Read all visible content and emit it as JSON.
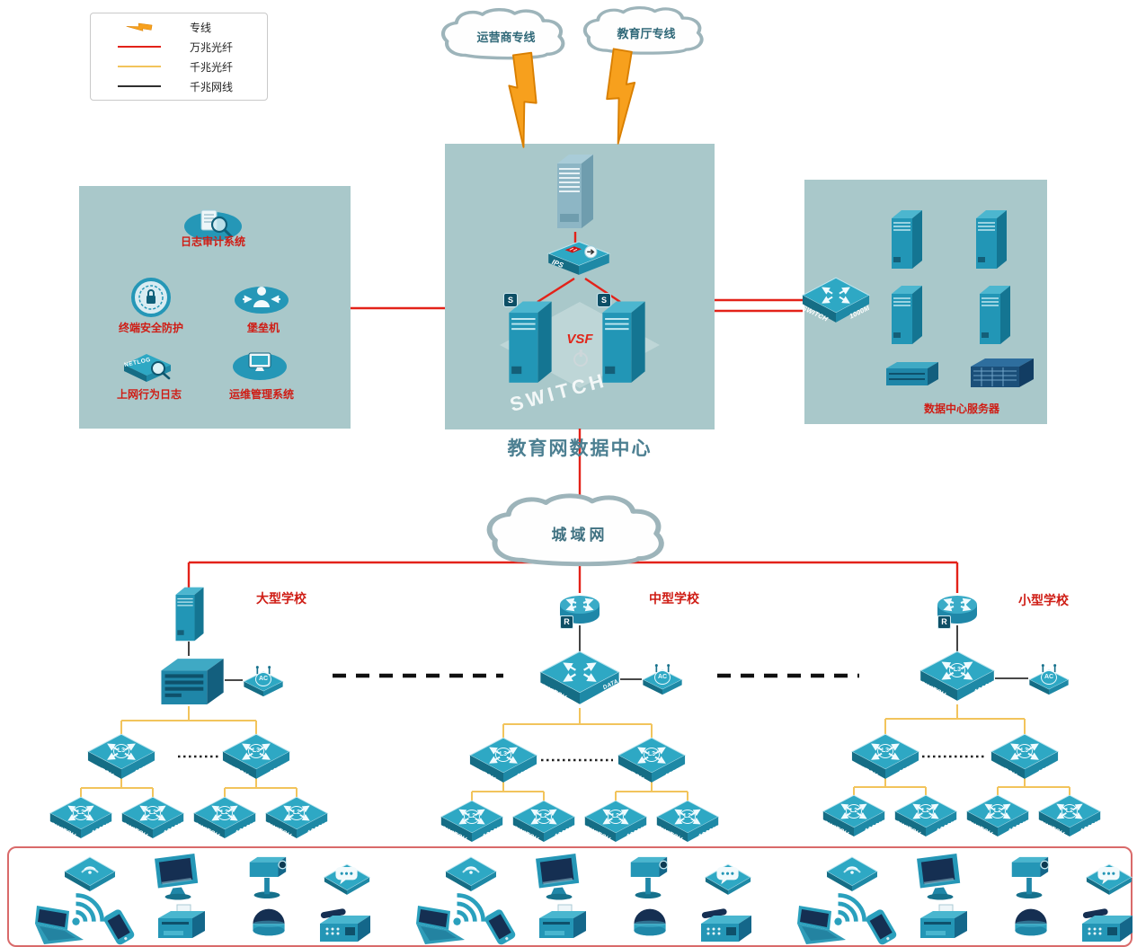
{
  "legend": {
    "items": [
      {
        "label": "专线",
        "type": "lightning",
        "color": "#f7a01d"
      },
      {
        "label": "万兆光纤",
        "type": "line",
        "color": "#e32219"
      },
      {
        "label": "千兆光纤",
        "type": "line",
        "color": "#f2c45c"
      },
      {
        "label": "千兆网线",
        "type": "line",
        "color": "#2f2f2f"
      }
    ]
  },
  "clouds": {
    "isp": "运营商专线",
    "edu": "教育厅专线",
    "man": "城域网"
  },
  "datacenter": {
    "title": "教育网数据中心",
    "vsf_label": "VSF",
    "ips_label": "IPS",
    "switch_watermark": "SWITCH",
    "server_badge": "S"
  },
  "security_zone": {
    "log_audit": "日志审计系统",
    "endpoint": "终端安全防护",
    "bastion": "堡垒机",
    "net_behavior": "上网行为日志",
    "netlog_label": "NETLOG",
    "ops": "运维管理系统"
  },
  "server_zone": {
    "title": "数据中心服务器"
  },
  "schools": {
    "large": "大型学校",
    "medium": "中型学校",
    "small": "小型学校"
  },
  "device_labels": {
    "switch": "SWITCH",
    "m1000": "1000M",
    "data_center_line1": "DATA",
    "data_center_line2": "CENTER",
    "l3": "L3",
    "l2": "L2",
    "ac": "AC",
    "r": "R"
  },
  "colors": {
    "zone_bg": "#a9c8ca",
    "device_teal": "#2ea8c4",
    "fiber_10g": "#e32219",
    "fiber_1g": "#f2c45c",
    "cable_1g": "#2f2f2f",
    "lightning": "#f7a01d",
    "label_red": "#cf1d15"
  }
}
